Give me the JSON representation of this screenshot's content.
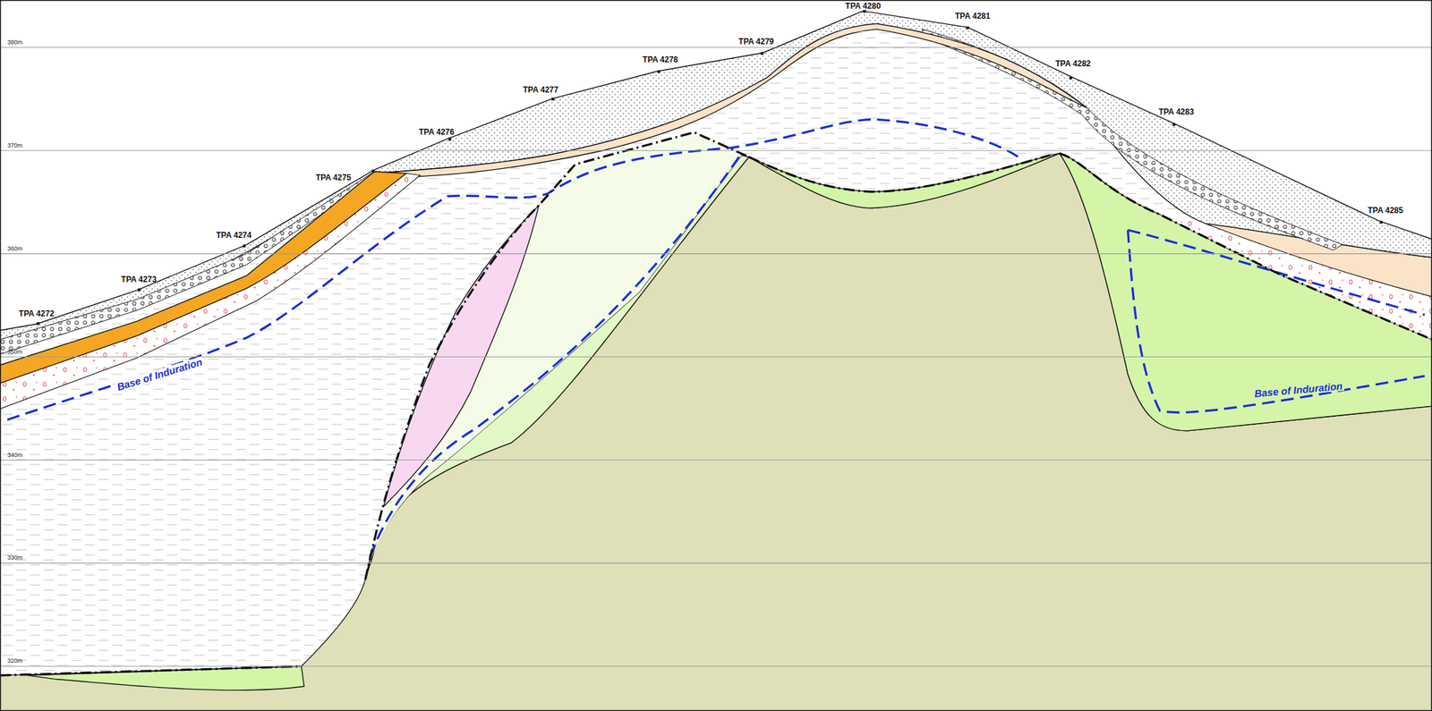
{
  "diagram": {
    "labels": [
      "TPA 4272",
      "TPA 4273",
      "TPA 4274",
      "TPA 4275",
      "TPA 4276",
      "TPA 4277",
      "TPA 4278",
      "TPA 4279",
      "TPA 4280",
      "TPA 4281",
      "TPA 4282",
      "TPA 4283",
      "TPA 4285",
      "380m",
      "370m",
      "360m",
      "350m",
      "340m",
      "330m",
      "320m",
      "Base of Induration",
      "Base of Induration"
    ]
  }
}
